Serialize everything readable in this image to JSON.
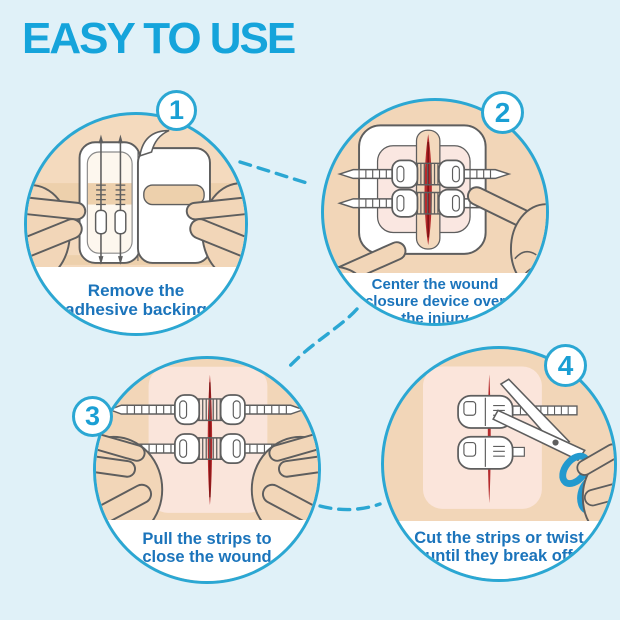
{
  "title": "EASY TO USE",
  "colors": {
    "background": "#E0F1F8",
    "accent_cyan": "#15A4DB",
    "circle_border": "#2BA7D3",
    "caption_blue": "#1B74BB",
    "skin": "#F2D6B8",
    "wound_red": "#B52A2C",
    "scissors_handle_blue": "#2399CE"
  },
  "steps": [
    {
      "number": "1",
      "caption_lines": [
        "Remove the",
        "adhesive backing"
      ]
    },
    {
      "number": "2",
      "caption_lines": [
        "Center the wound",
        "closure device over",
        "the injury"
      ]
    },
    {
      "number": "3",
      "caption_lines": [
        "Pull the strips to",
        "close the wound"
      ]
    },
    {
      "number": "4",
      "caption_lines": [
        "Cut the strips or twist",
        "until they break off"
      ]
    }
  ]
}
